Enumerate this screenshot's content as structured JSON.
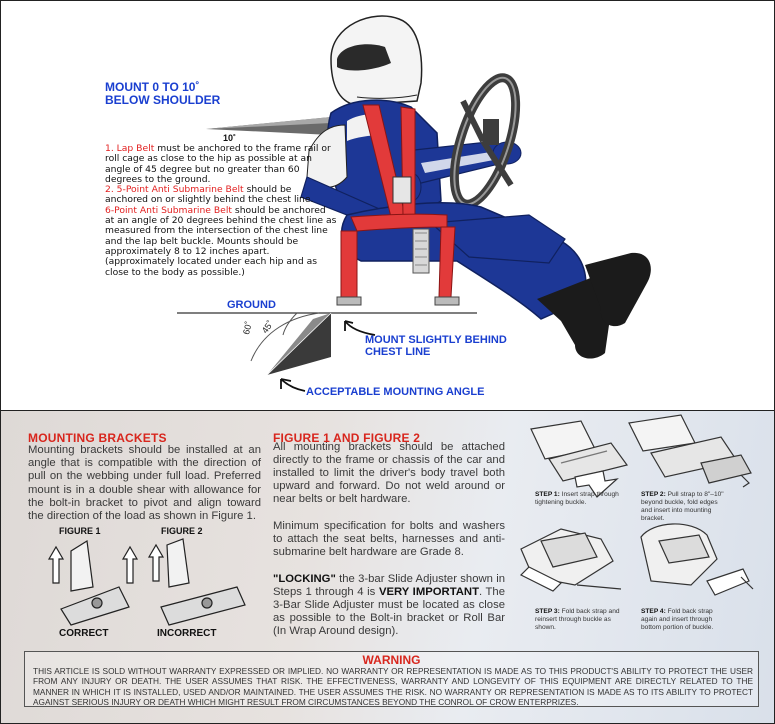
{
  "diagram": {
    "mount_heading": [
      "MOUNT 0 TO 10˚",
      "BELOW SHOULDER"
    ],
    "angle_10": "10˚",
    "spec_paragraphs": [
      {
        "num_title": "1. Lap Belt",
        "text": " must be anchored to the frame rail or roll cage as close to the hip as possible at an angle of 45 degree but no greater than 60 degrees to the ground."
      },
      {
        "num_title": "2. 5-Point Anti Submarine Belt",
        "text": " should be anchored on or slightly behind the chest line."
      },
      {
        "num_title": "6-Point Anti Submarine Belt",
        "text": " should be anchored at an angle of 20 degrees behind the chest line as measured from the intersection of the chest line and the lap belt buckle. Mounts should be approximately 8 to 12 inches apart. (approximately located under each hip and as close to the body as possible.)"
      }
    ],
    "ground_label": "GROUND",
    "behind_label": [
      "MOUNT SLIGHTLY BEHIND",
      "CHEST LINE"
    ],
    "angle_label": "ACCEPTABLE MOUNTING ANGLE",
    "deg_60": "60˚",
    "deg_45": "45˚",
    "colors": {
      "accent_blue": "#1a3fd0",
      "red": "#e21f1f",
      "suit": "#1d3796",
      "belt": "#e23a3a"
    }
  },
  "info": {
    "brackets_title": "MOUNTING BRACKETS",
    "brackets_body": "Mounting brackets should be installed at an angle that is compatible with the direction of pull on the webbing under full load. Preferred mount is in a double shear with allowance for the bolt-in bracket to pivot and align toward the direction of the load as shown in Figure 1.",
    "figure1_label": "FIGURE 1",
    "figure2_label": "FIGURE 2",
    "correct_label": "CORRECT",
    "incorrect_label": "INCORRECT",
    "figures_title": "FIGURE 1 AND FIGURE 2",
    "figures_body_1": "All mounting brackets should be attached directly to the frame or chassis of the car and installed to limit the driver's body travel both upward and forward. Do not weld around or near belts or belt hardware.",
    "figures_body_2": "Minimum specification for bolts and washers to attach the seat belts, harnesses and anti-submarine belt hardware are Grade 8.",
    "locking_bold": "\"LOCKING\"",
    "locking_text_1": " the 3-bar Slide Adjuster shown in Steps 1 through 4 is ",
    "very_important": "VERY IMPORTANT",
    "locking_text_2": ". The 3-Bar Slide Adjuster must be located as close as possible to the Bolt-in bracket or Roll Bar (In Wrap Around design).",
    "steps": [
      {
        "title": "STEP 1:",
        "text": " Insert strap through tightening buckle."
      },
      {
        "title": "STEP 2:",
        "text": " Pull strap to 8\"–10\" beyond buckle, fold edges and insert into mounting bracket."
      },
      {
        "title": "STEP 3:",
        "text": " Fold back strap and reinsert through buckle as shown."
      },
      {
        "title": "STEP 4:",
        "text": " Fold back strap again and insert through bottom portion of buckle."
      }
    ],
    "warning_title": "WARNING",
    "warning_text": "This article is sold without warranty expressed or implied. No warranty or representation is made as to this product's ability to protect the user from any injury or death. The user assumes that risk. The effectiveness, warranty and longevity of this equipment are directly related to the manner in which it is installed, used and/or maintained. The user assumes the risk. No warranty or representation is made as to its ability to protect against serious injury or death which might result from circumstances beyond the conrol of Crow Enterprizes."
  }
}
